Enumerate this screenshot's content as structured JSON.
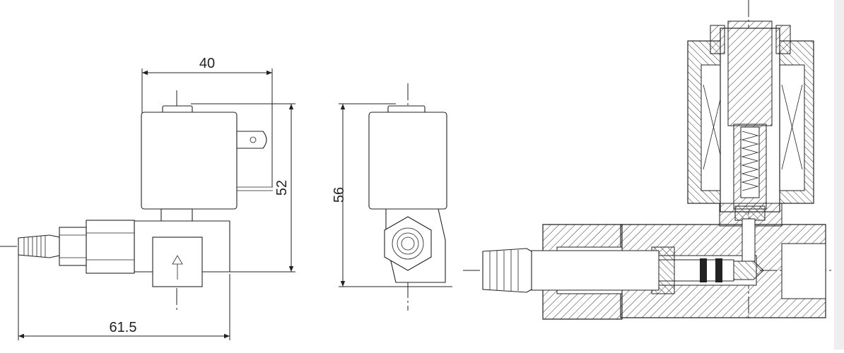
{
  "dimensions": {
    "width_top": "40",
    "height_side": "52",
    "height_front": "56",
    "length_bottom": "61.5"
  },
  "colors": {
    "line": "#222222",
    "hatch": "#333333",
    "background": "#ffffff"
  }
}
